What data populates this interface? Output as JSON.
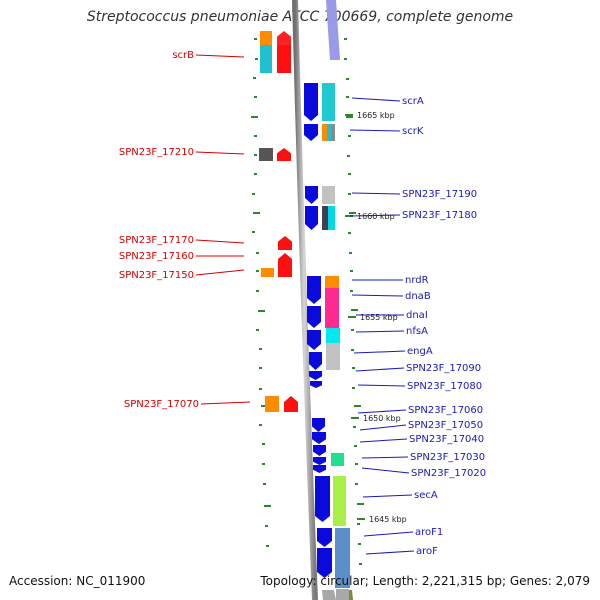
{
  "title": "Streptococcus pneumoniae ATCC 700669, complete genome",
  "footer": {
    "accession": "Accession: NC_011900",
    "topology": "Topology: circular; Length: 2,221,315 bp; Genes: 2,079"
  },
  "colors": {
    "backbone": "#a8a8a8",
    "left_label": "#d40000",
    "right_label": "#1a1ab8",
    "tick": "#2a8a2a",
    "reverse_gene": "#ff0000",
    "forward_gene": "#0000ee"
  },
  "chart_data": {
    "type": "genome-map",
    "scale_labels": [
      "1665 kbp",
      "1660 kbp",
      "1655 kbp",
      "1650 kbp",
      "1645 kbp"
    ],
    "left_labels": [
      "scrB",
      "SPN23F_17210",
      "SPN23F_17170",
      "SPN23F_17160",
      "SPN23F_17150",
      "SPN23F_17070"
    ],
    "right_labels": [
      "scrA",
      "scrK",
      "SPN23F_17190",
      "SPN23F_17180",
      "nrdR",
      "dnaB",
      "dnaI",
      "nfsA",
      "engA",
      "SPN23F_17090",
      "SPN23F_17080",
      "SPN23F_17060",
      "SPN23F_17050",
      "SPN23F_17040",
      "SPN23F_17030",
      "SPN23F_17020",
      "secA",
      "aroF1",
      "aroF"
    ]
  }
}
